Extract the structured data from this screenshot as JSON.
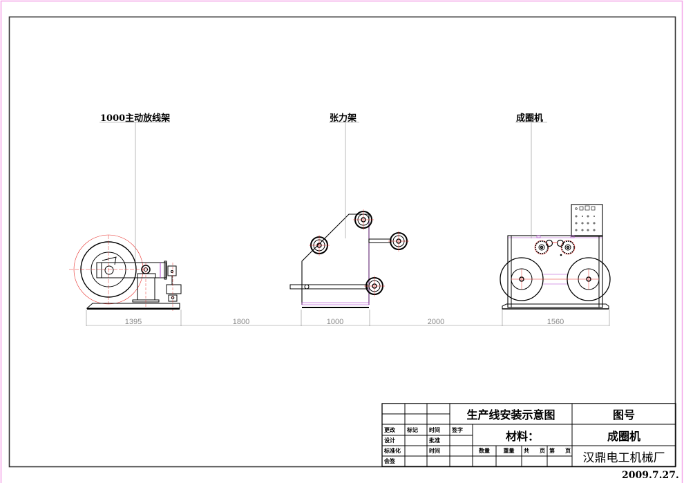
{
  "drawing": {
    "machines": [
      {
        "label": "1000主动放线架",
        "dimension": "1395"
      },
      {
        "label": "张力架",
        "dimension": "1000"
      },
      {
        "label": "成圈机",
        "dimension": "1560"
      }
    ],
    "spacings": [
      "1800",
      "2000"
    ],
    "colors": {
      "line": "#000000",
      "center_line": "#e8302c",
      "hidden": "#b040d0",
      "dimension": "#888888",
      "frame": "#f4a6e8"
    }
  },
  "title_block": {
    "title": "生产线安装示意图",
    "drawing_no_label": "图号",
    "material_label": "材料：",
    "part_name": "成圈机",
    "company": "汉鼎电工机械厂",
    "rows": {
      "change": "更改",
      "mark": "标记",
      "time": "时间",
      "signature": "签字",
      "design": "设计",
      "approve": "批准",
      "standardize": "标准化",
      "time2": "时间",
      "countersign": "会签"
    },
    "footer": {
      "quantity": "数量",
      "weight": "重量",
      "total": "共",
      "page": "页",
      "sheet": "第",
      "page2": "页"
    }
  },
  "date": "2009.7.27."
}
